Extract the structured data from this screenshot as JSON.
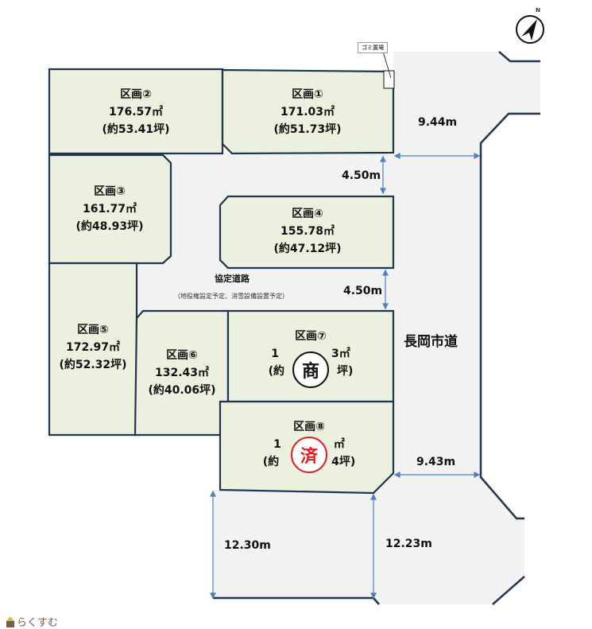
{
  "lots": [
    {
      "name": "区画①",
      "area": "171.03㎡",
      "tsubo": "(約51.73坪)"
    },
    {
      "name": "区画②",
      "area": "176.57㎡",
      "tsubo": "(約53.41坪)"
    },
    {
      "name": "区画③",
      "area": "161.77㎡",
      "tsubo": "(約48.93坪)"
    },
    {
      "name": "区画④",
      "area": "155.78㎡",
      "tsubo": "(約47.12坪)"
    },
    {
      "name": "区画⑤",
      "area": "172.97㎡",
      "tsubo": "(約52.32坪)"
    },
    {
      "name": "区画⑥",
      "area": "132.43㎡",
      "tsubo": "(約40.06坪)"
    },
    {
      "name": "区画⑦",
      "area_left": "1",
      "area_right": "3㎡",
      "tsubo_left": "(約",
      "tsubo_right": "坪)",
      "stamp": "商"
    },
    {
      "name": "区画⑧",
      "area_left": "1",
      "area_right": "㎡",
      "tsubo_left": "(約",
      "tsubo_right": "4坪)",
      "stamp": "済"
    }
  ],
  "road": {
    "agreement": "協定道路",
    "agreement_note": "（地役権設定予定、消雪設備設置予定）",
    "city": "長岡市道"
  },
  "dimensions": {
    "top_road": "9.44m",
    "gap1": "4.50m",
    "gap2": "4.50m",
    "bottom_road": "9.43m",
    "left_depth": "12.30m",
    "right_depth": "12.23m"
  },
  "garbage": "ゴミ置場",
  "compass": "N",
  "logo": "らくすむ",
  "colors": {
    "lot": "#ebf1de",
    "road": "#f2f2f2",
    "line": "#1f3550",
    "dim": "#4f81bd",
    "sold": "#e02020"
  }
}
